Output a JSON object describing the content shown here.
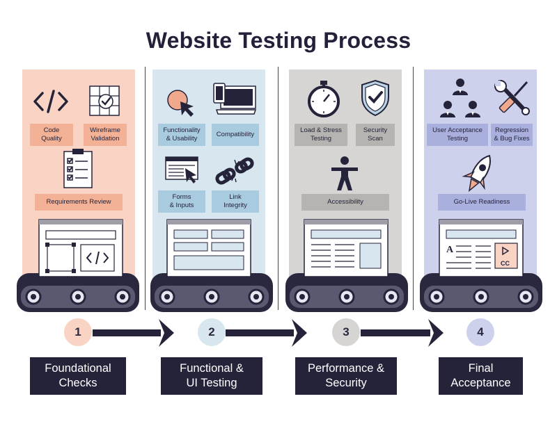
{
  "title": "Website Testing Process",
  "colors": {
    "stage1": "#f9d3c4",
    "stage2": "#d7e6ef",
    "stage3": "#d6d5d3",
    "stage4": "#cdd1ec",
    "dark": "#25233a"
  },
  "stages": [
    {
      "number": "1",
      "name": "Foundational\nChecks",
      "labels": [
        "Code\nQuality",
        "Wireframe\nValidation",
        "Requirements Review"
      ],
      "icons": [
        "code-icon",
        "wireframe-grid-icon",
        "clipboard-checklist-icon"
      ]
    },
    {
      "number": "2",
      "name": "Functional &\nUI Testing",
      "labels": [
        "Functionality\n& Usability",
        "Compatibility",
        "Forms\n& Inputs",
        "Link\nIntegrity"
      ],
      "icons": [
        "cursor-click-icon",
        "devices-icon",
        "form-cursor-icon",
        "broken-chain-icon"
      ]
    },
    {
      "number": "3",
      "name": "Performance &\nSecurity",
      "labels": [
        "Load & Stress\nTesting",
        "Security\nScan",
        "Accessibility"
      ],
      "icons": [
        "stopwatch-icon",
        "shield-check-icon",
        "accessibility-person-icon"
      ]
    },
    {
      "number": "4",
      "name": "Final\nAcceptance",
      "labels": [
        "User Acceptance\nTesting",
        "Regression\n& Bug Fixes",
        "Go-Live Readiness"
      ],
      "icons": [
        "users-icon",
        "wrench-screwdriver-icon",
        "rocket-icon"
      ]
    }
  ]
}
